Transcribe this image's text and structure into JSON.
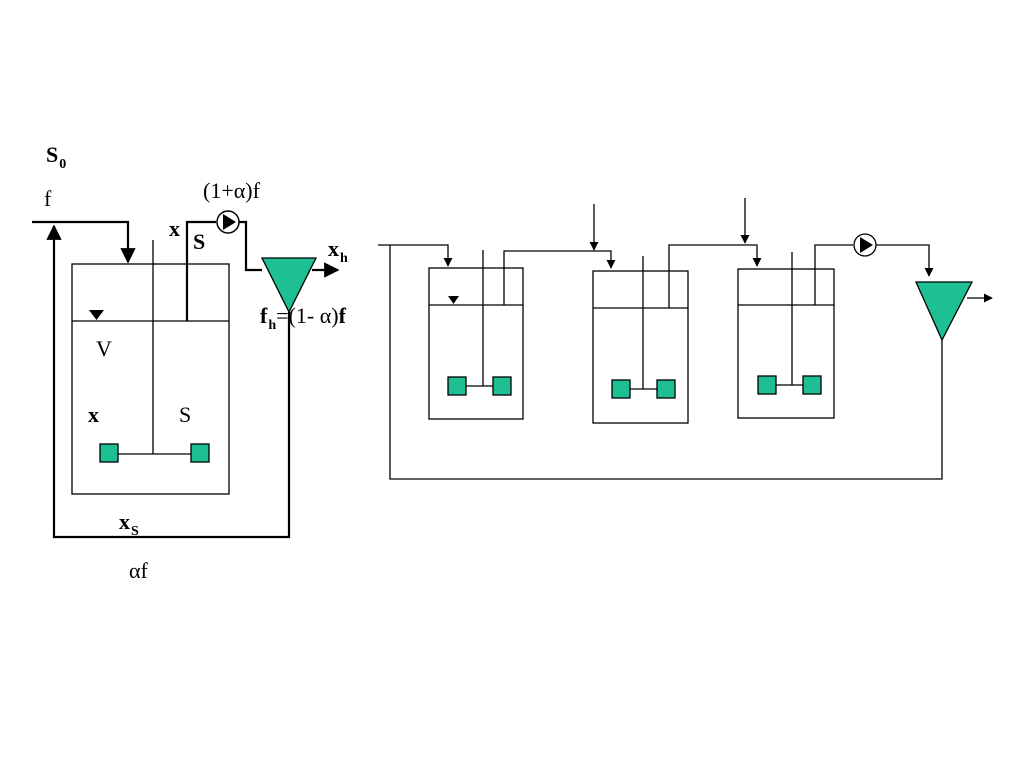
{
  "labels": {
    "s0_main": "S",
    "s0_sub": "0",
    "f_in": "f",
    "recycle_total": "(1+α)f",
    "x_pipe": "x",
    "s_pipe": "S",
    "xh_main": "x",
    "xh_sub": "h",
    "fh_main": "f",
    "fh_sub": "h",
    "fh_eq": "=",
    "purge_pre": "(1- α)",
    "purge_f": "f",
    "volume": "V",
    "x_tank": "x",
    "s_tank": "S",
    "xs_main": "x",
    "xs_sub": "S",
    "recycle_ratio": "αf"
  },
  "colors": {
    "equipment_fill": "#1fbf94",
    "line": "#000000"
  },
  "icons": {
    "pump": "pump-icon",
    "level": "liquid-level-triangle",
    "settler": "settler-cone"
  }
}
